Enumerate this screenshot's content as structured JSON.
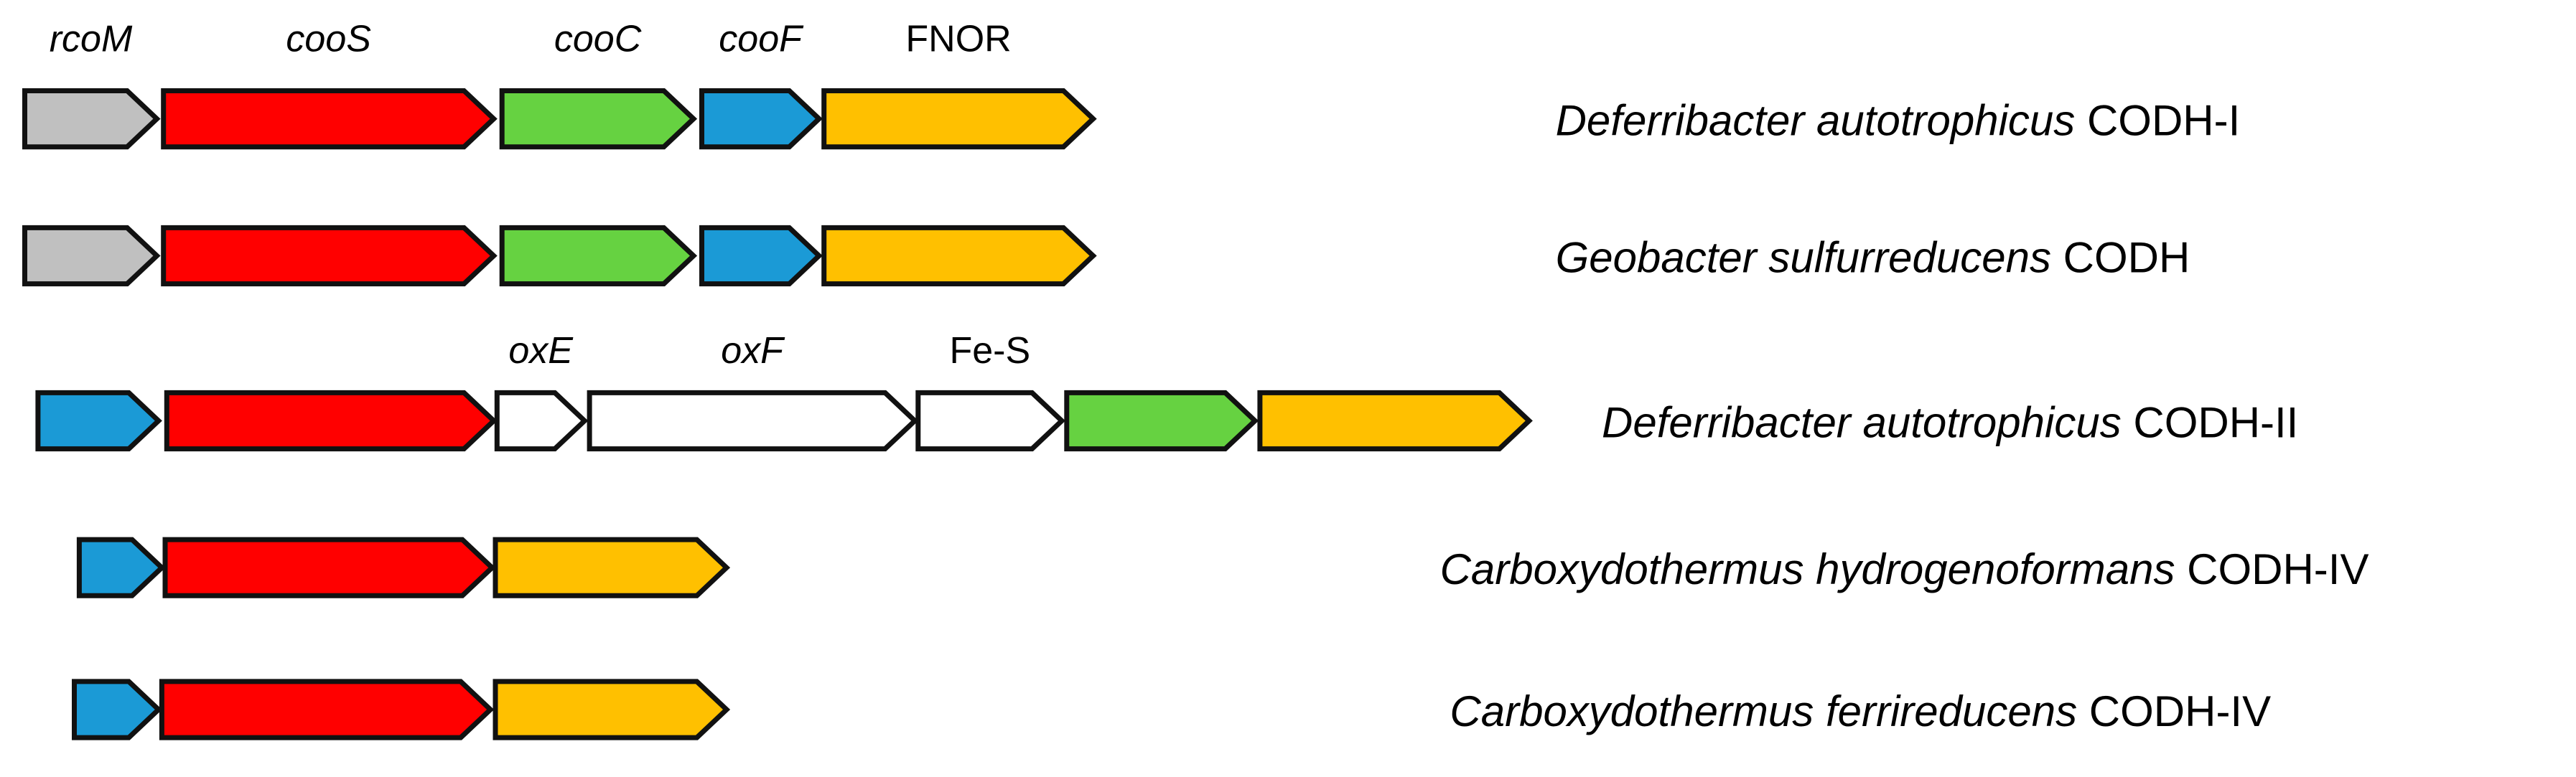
{
  "gene_colors": {
    "grey": "#c0c0c0",
    "red": "#ff0000",
    "green": "#66d241",
    "blue": "#1b9ad6",
    "orange": "#ffc000",
    "white": "#ffffff",
    "outline": "#111111"
  },
  "clusters": [
    {
      "organism": {
        "species": "Deferribacter autotrophicus",
        "suffix": " CODH-I"
      },
      "genes": [
        {
          "name": "rcoM",
          "italic": true,
          "color": "grey"
        },
        {
          "name": "cooS",
          "italic": true,
          "color": "red"
        },
        {
          "name": "cooC",
          "italic": true,
          "color": "green"
        },
        {
          "name": "cooF",
          "italic": true,
          "color": "blue"
        },
        {
          "name": "FNOR",
          "italic": false,
          "color": "orange"
        }
      ]
    },
    {
      "organism": {
        "species": "Geobacter sulfurreducens",
        "suffix": " CODH"
      },
      "genes": [
        {
          "name": "",
          "color": "grey"
        },
        {
          "name": "",
          "color": "red"
        },
        {
          "name": "",
          "color": "green"
        },
        {
          "name": "",
          "color": "blue"
        },
        {
          "name": "",
          "color": "orange"
        }
      ]
    },
    {
      "organism": {
        "species": "Deferribacter autotrophicus",
        "suffix": " CODH-II"
      },
      "genes": [
        {
          "name": "",
          "color": "blue"
        },
        {
          "name": "",
          "color": "red"
        },
        {
          "name": "oxE",
          "italic": true,
          "color": "white"
        },
        {
          "name": "oxF",
          "italic": true,
          "color": "white"
        },
        {
          "name": "Fe-S",
          "italic": false,
          "color": "white"
        },
        {
          "name": "",
          "color": "green"
        },
        {
          "name": "",
          "color": "orange"
        }
      ]
    },
    {
      "organism": {
        "species": "Carboxydothermus hydrogenoformans",
        "suffix": " CODH-IV"
      },
      "genes": [
        {
          "name": "",
          "color": "blue"
        },
        {
          "name": "",
          "color": "red"
        },
        {
          "name": "",
          "color": "orange"
        }
      ]
    },
    {
      "organism": {
        "species": "Carboxydothermus ferrireducens",
        "suffix": " CODH-IV"
      },
      "genes": [
        {
          "name": "",
          "color": "blue"
        },
        {
          "name": "",
          "color": "red"
        },
        {
          "name": "",
          "color": "orange"
        }
      ]
    }
  ]
}
